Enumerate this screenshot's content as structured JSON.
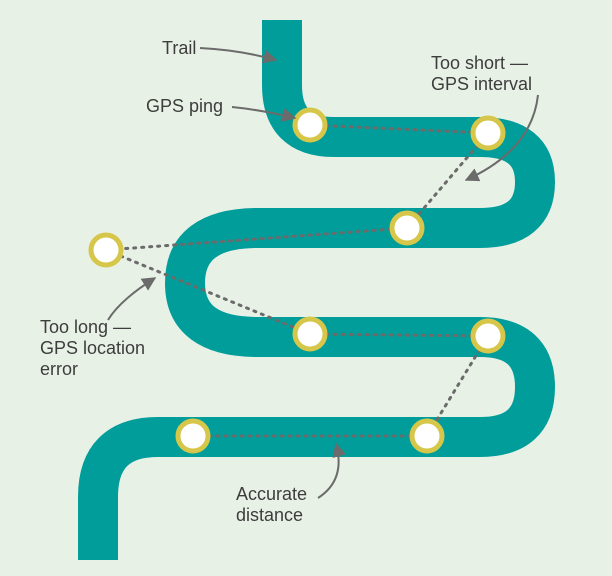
{
  "labels": {
    "trail": "Trail",
    "gps_ping": "GPS ping",
    "too_short_line1": "Too short —",
    "too_short_line2": "GPS interval",
    "too_long_line1": "Too long —",
    "too_long_line2": "GPS location",
    "too_long_line3": "error",
    "accurate_line1": "Accurate",
    "accurate_line2": "distance"
  },
  "colors": {
    "background": "#e8f1e6",
    "trail": "#009d9a",
    "ping_ring": "#d6c64a",
    "ping_fill": "#ffffff",
    "dots": "#6b6b6b",
    "text": "#3d3d3d"
  }
}
